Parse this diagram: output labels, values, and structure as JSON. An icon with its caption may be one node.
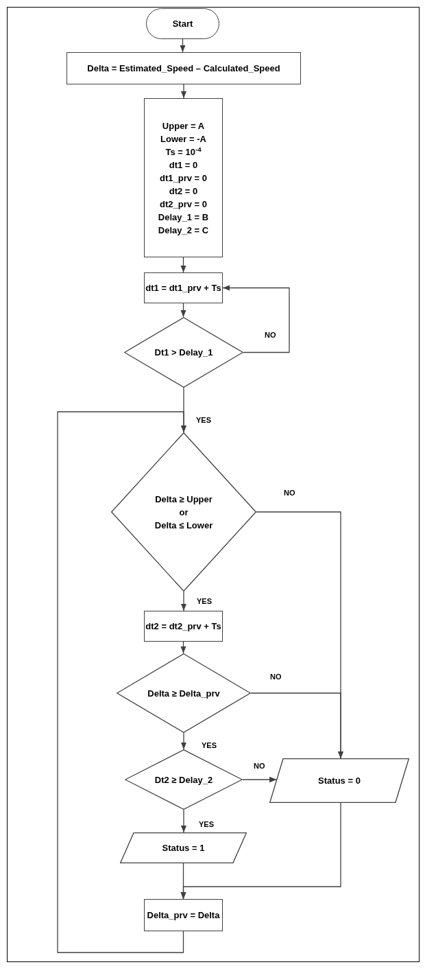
{
  "diagram": {
    "nodes": [
      {
        "text": [
          "Start"
        ]
      },
      {
        "text": [
          "Delta = Estimated_Speed – Calculated_Speed"
        ]
      },
      {
        "text": [
          "Upper = A",
          "Lower = -A",
          "Ts = 10$^{-4}$",
          "dt1 = 0",
          "dt1_prv = 0",
          "dt2 = 0",
          "dt2_prv = 0",
          "Delay_1 = B",
          "Delay_2 = C"
        ]
      },
      {
        "text": [
          "dt1 = dt1_prv + Ts"
        ]
      },
      {
        "text": [
          "Dt1 > Delay_1"
        ]
      },
      {
        "text": [
          "Delta ≥ Upper",
          "or",
          "Delta ≤ Lower"
        ]
      },
      {
        "text": [
          "dt2 = dt2_prv + Ts"
        ]
      },
      {
        "text": [
          "Delta ≥ Delta_prv"
        ]
      },
      {
        "text": [
          "Dt2 ≥ Delay_2"
        ]
      },
      {
        "text": [
          "Status = 0"
        ]
      },
      {
        "text": [
          "Status = 1"
        ]
      },
      {
        "text": [
          "Delta_prv = Delta"
        ]
      }
    ],
    "edges": [
      {
        "from": 0,
        "to": 1,
        "arrow": "to"
      },
      {
        "from": 1,
        "to": 2,
        "arrow": "to"
      },
      {
        "from": 2,
        "to": 3,
        "arrow": "to"
      },
      {
        "from": 3,
        "to": 4,
        "arrow": "to"
      },
      {
        "from": 4,
        "to": 3,
        "arrow": "to",
        "label": "NO"
      },
      {
        "from": 4,
        "to": 5,
        "arrow": "to",
        "label": "YES"
      },
      {
        "from": 5,
        "to": 9,
        "arrow": "to",
        "label": "NO"
      },
      {
        "from": 5,
        "to": 6,
        "arrow": "to",
        "label": "YES"
      },
      {
        "from": 6,
        "to": 7,
        "arrow": "to"
      },
      {
        "from": 7,
        "to": 9,
        "arrow": "to",
        "label": "NO"
      },
      {
        "from": 7,
        "to": 8,
        "arrow": "to",
        "label": "YES"
      },
      {
        "from": 8,
        "to": 9,
        "arrow": "to",
        "label": "NO"
      },
      {
        "from": 8,
        "to": 10,
        "arrow": "to",
        "label": "YES"
      },
      {
        "from": 10,
        "to": 11,
        "arrow": "to"
      },
      {
        "from": 9,
        "to": 11,
        "arrow": "to"
      },
      {
        "from": 11,
        "to": 5,
        "arrow": "to"
      }
    ]
  }
}
